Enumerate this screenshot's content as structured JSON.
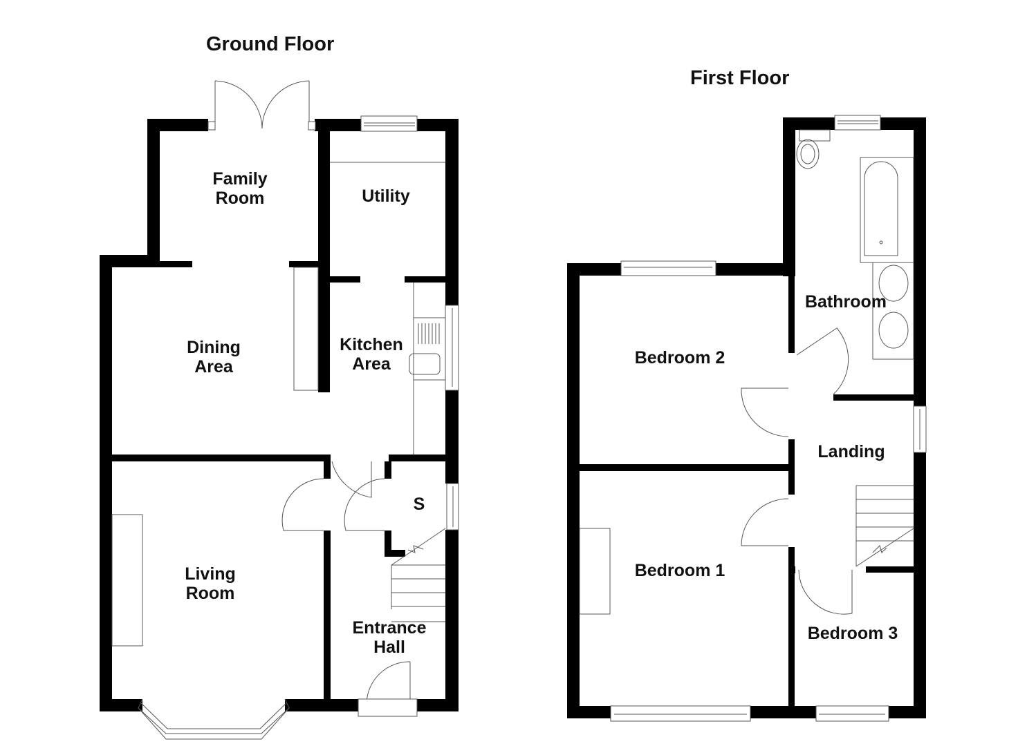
{
  "floors": [
    {
      "title": "Ground Floor",
      "rooms": [
        {
          "name": "Family Room",
          "lines": [
            "Family",
            "Room"
          ]
        },
        {
          "name": "Utility",
          "lines": [
            "Utility"
          ]
        },
        {
          "name": "Dining Area",
          "lines": [
            "Dining",
            "Area"
          ]
        },
        {
          "name": "Kitchen Area",
          "lines": [
            "Kitchen",
            "Area"
          ]
        },
        {
          "name": "Living Room",
          "lines": [
            "Living",
            "Room"
          ]
        },
        {
          "name": "S",
          "lines": [
            "S"
          ]
        },
        {
          "name": "Entrance Hall",
          "lines": [
            "Entrance",
            "Hall"
          ]
        }
      ]
    },
    {
      "title": "First Floor",
      "rooms": [
        {
          "name": "Bathroom",
          "lines": [
            "Bathroom"
          ]
        },
        {
          "name": "Bedroom 2",
          "lines": [
            "Bedroom 2"
          ]
        },
        {
          "name": "Landing",
          "lines": [
            "Landing"
          ]
        },
        {
          "name": "Bedroom 1",
          "lines": [
            "Bedroom 1"
          ]
        },
        {
          "name": "Bedroom 3",
          "lines": [
            "Bedroom 3"
          ]
        }
      ]
    }
  ],
  "colors": {
    "wall": "#000000",
    "fixture": "#555555",
    "background": "#ffffff"
  }
}
